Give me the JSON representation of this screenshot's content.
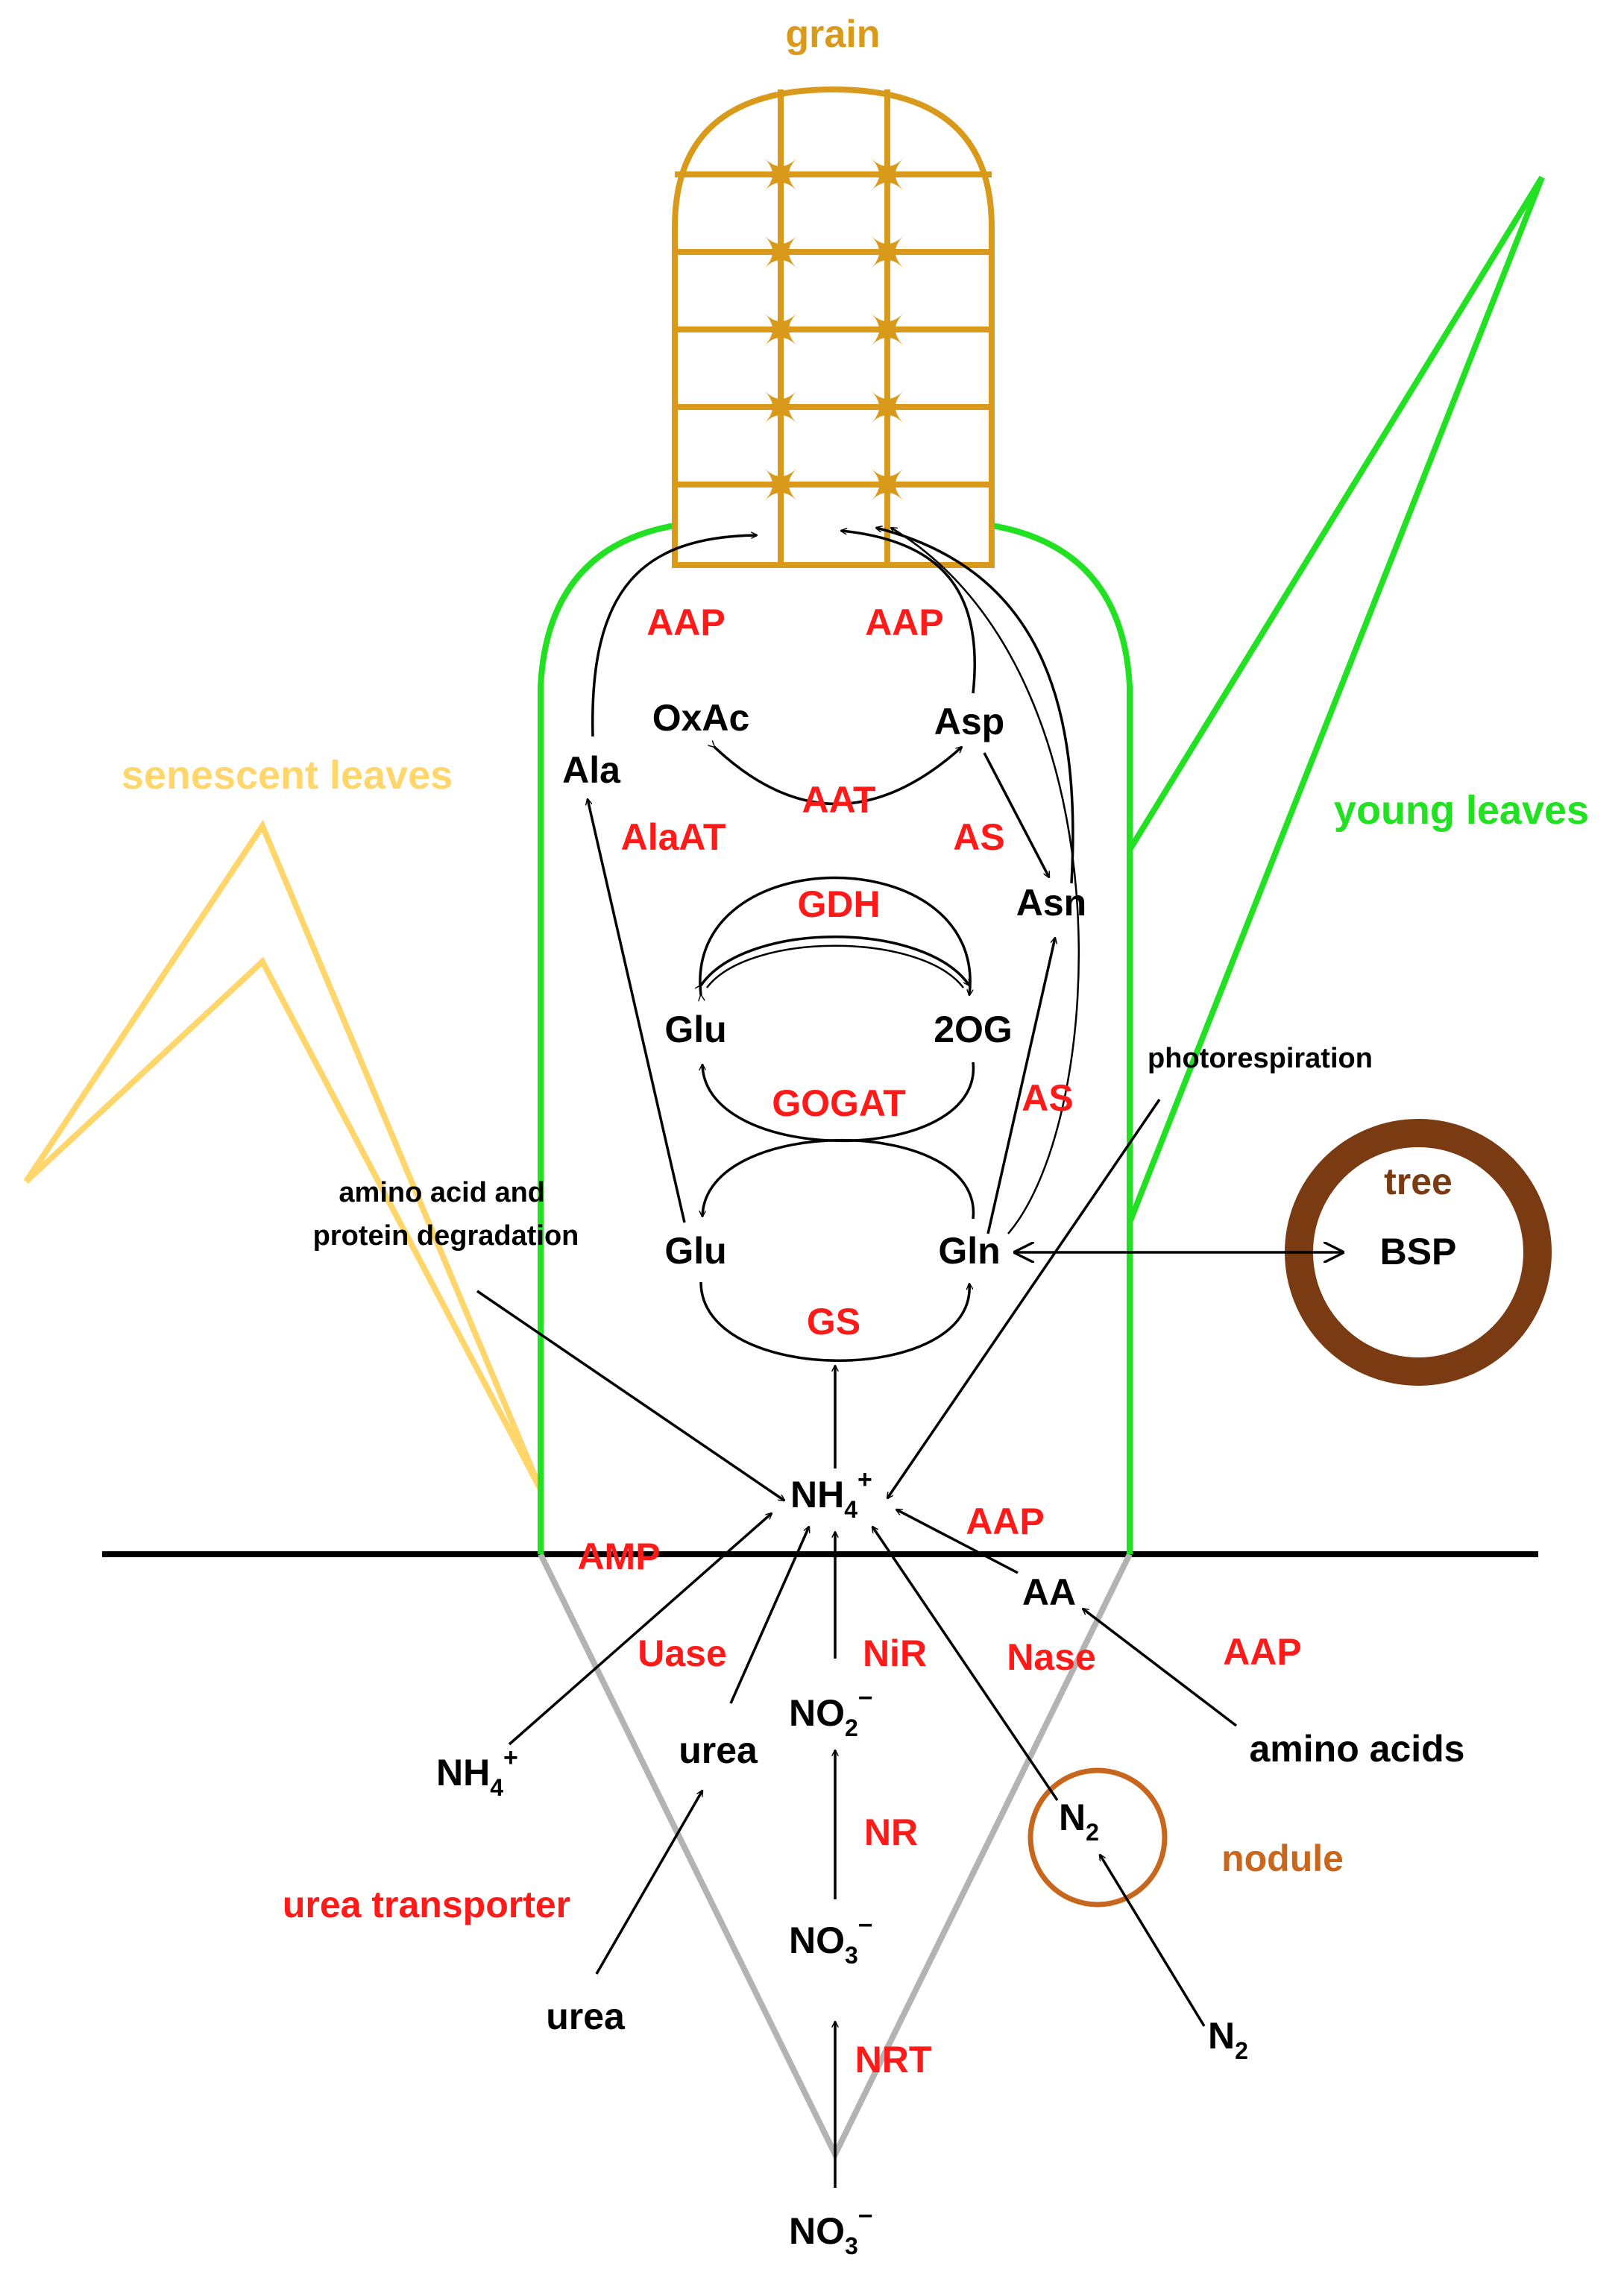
{
  "colors": {
    "enzyme": "#ff1a1a",
    "grain": "#d99a1c",
    "young_leaves": "#22e022",
    "senescent_leaves": "#ffd66b",
    "root": "#b3b3b3",
    "nodule": "#c8661e",
    "tree": "#7a3a12"
  },
  "organs": {
    "grain": "grain",
    "senescent_leaves": "senescent leaves",
    "young_leaves": "young leaves",
    "tree": "tree",
    "nodule": "nodule"
  },
  "metabolites": {
    "oxac": "OxAc",
    "asp": "Asp",
    "ala": "Ala",
    "asn": "Asn",
    "glu_upper": "Glu",
    "two_og": "2OG",
    "glu_lower": "Glu",
    "gln": "Gln",
    "bsp": "BSP",
    "nh4_center": "NH",
    "nh4_center_sub": "4",
    "nh4_center_sup": "+",
    "aa": "AA",
    "nh4_soil": "NH",
    "nh4_soil_sub": "4",
    "nh4_soil_sup": "+",
    "urea_root": "urea",
    "no2": "NO",
    "no2_sub": "2",
    "no2_sup": "−",
    "no3_root": "NO",
    "no3_root_sub": "3",
    "no3_root_sup": "−",
    "n2_nodule": "N",
    "n2_nodule_sub": "2",
    "amino_acids": "amino acids",
    "urea_soil": "urea",
    "n2_soil": "N",
    "n2_soil_sub": "2",
    "no3_soil": "NO",
    "no3_soil_sub": "3",
    "no3_soil_sup": "−"
  },
  "enzymes": {
    "aap_left": "AAP",
    "aap_right": "AAP",
    "aat": "AAT",
    "alaat": "AlaAT",
    "as_upper": "AS",
    "gdh": "GDH",
    "gogat": "GOGAT",
    "as_lower": "AS",
    "gs": "GS",
    "amp": "AMP",
    "aap_aa": "AAP",
    "uase": "Uase",
    "nir": "NiR",
    "nase": "Nase",
    "aap_soil": "AAP",
    "nr": "NR",
    "urea_transporter": "urea transporter",
    "nrt": "NRT"
  },
  "processes": {
    "photorespiration": "photorespiration",
    "degradation_line1": "amino acid and",
    "degradation_line2": "protein degradation"
  }
}
